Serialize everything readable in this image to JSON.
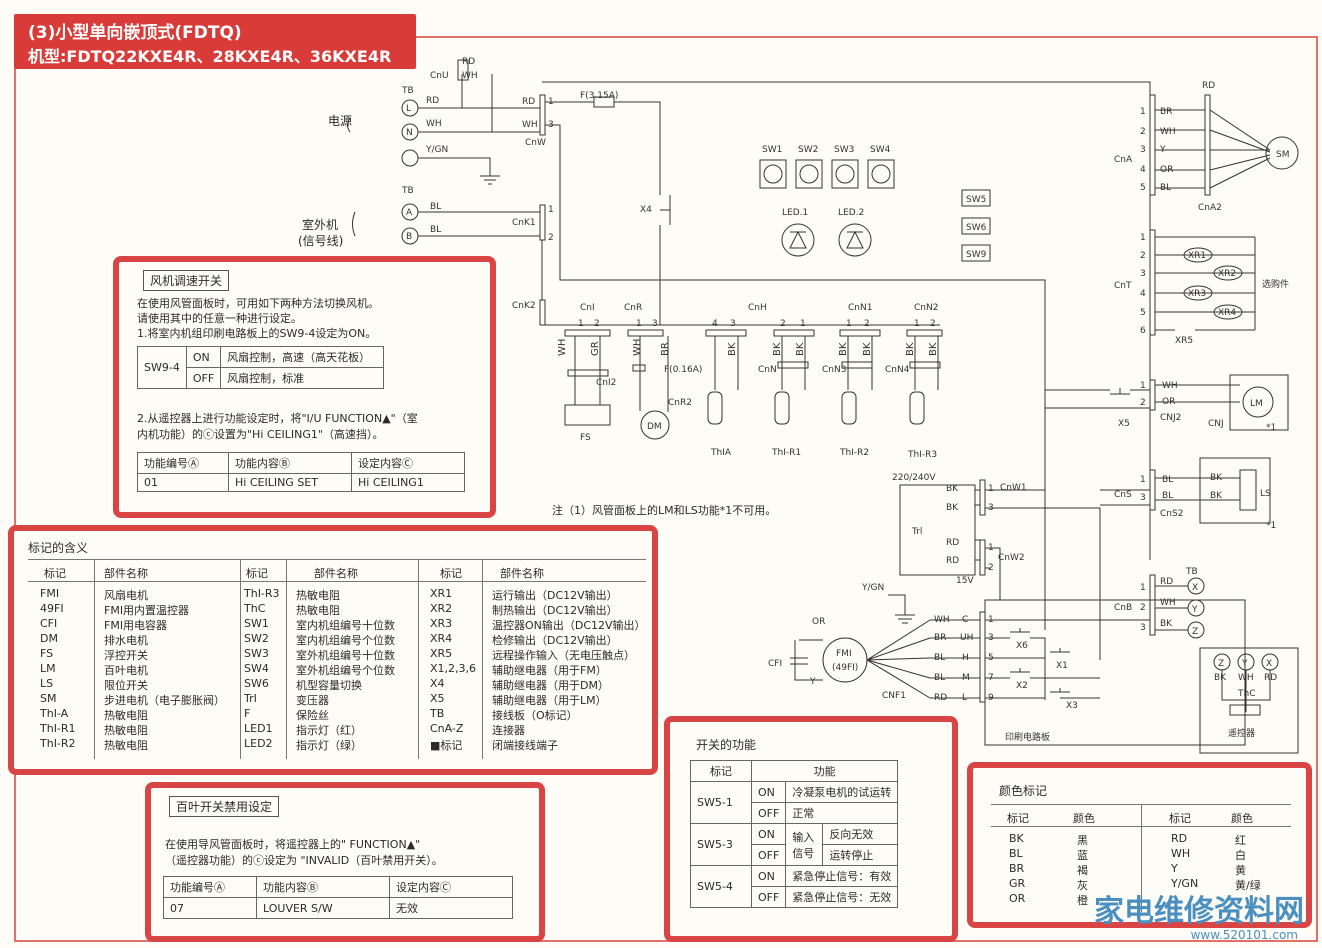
{
  "header": {
    "title": "(3)小型单向嵌顶式(FDTQ)",
    "models": "机型:FDTQ22KXE4R、28KXE4R、36KXE4R"
  },
  "diagram": {
    "power_label": "电源",
    "outdoor_label": "室外机",
    "outdoor_label2": "(信号线)",
    "fuse_main": "F(3.15A)",
    "fuse_small": "F(0.16A)",
    "led1": "LED.1",
    "led2": "LED.2",
    "sw_labels": [
      "SW1",
      "SW2",
      "SW3",
      "SW4"
    ],
    "sw_side": [
      "SW5",
      "SW6",
      "SW9"
    ],
    "x4": "X4",
    "x5": "X5",
    "note": "注（1）风管面板上的LM和LS功能*1不可用。",
    "voltage": "220/240V",
    "v15": "15V",
    "trl": "Trl",
    "pcb": "印刷电路板",
    "option_label": "选购件",
    "remote_label": "遥控器",
    "fm_label": "FMI",
    "fm_sub": "(49FI)",
    "connectors": [
      "CnU",
      "CnW",
      "CnK1",
      "CnK2",
      "CnI",
      "CnR",
      "CnH",
      "CnN1",
      "CnN2",
      "CnA",
      "CnA2",
      "CnT",
      "CNJ2",
      "CNJ",
      "CnS",
      "CnS2",
      "CnB",
      "CnW1",
      "CnW2",
      "CNF1",
      "CnI2",
      "CnR2",
      "CnN",
      "CnN3",
      "CnN4"
    ],
    "parts": [
      "FS",
      "DM",
      "ThIA",
      "ThI-R1",
      "ThI-R2",
      "ThI-R3",
      "SM",
      "LM",
      "LS",
      "ThC",
      "CFI"
    ],
    "wires": {
      "rd": "RD",
      "wh": "WH",
      "bl": "BL",
      "bk": "BK",
      "br": "BR",
      "y": "Y",
      "or": "OR",
      "yg": "Y/GN",
      "gr": "GR",
      "tb": "TB"
    },
    "xr": [
      "XR1",
      "XR2",
      "XR3",
      "XR4",
      "XR5"
    ],
    "relays": [
      "X6",
      "X1",
      "X2",
      "X3"
    ],
    "fm_pins": [
      "C",
      "UH",
      "H",
      "M",
      "L"
    ],
    "star1": "*1"
  },
  "fan_panel": {
    "title": "风机调速开关",
    "p1": "在使用风管面板时，可用如下两种方法切换风机。",
    "p2": "请使用其中的任意一种进行设定。",
    "p3": "1.将室内机组印刷电路板上的SW9-4设定为ON。",
    "sw_name": "SW9-4",
    "rows": [
      {
        "state": "ON",
        "desc": "风扇控制，高速（高天花板）"
      },
      {
        "state": "OFF",
        "desc": "风扇控制，标准"
      }
    ],
    "p4": "2.从遥控器上进行功能设定时，将\"I/U FUNCTION▲\"（室",
    "p5": "内机功能）的ⓒ设置为\"Hi CEILING1\"（高速挡）。",
    "headers": [
      "功能编号Ⓐ",
      "功能内容Ⓑ",
      "设定内容Ⓒ"
    ],
    "values": [
      "01",
      "Hi CEILING SET",
      "Hi CEILING1"
    ]
  },
  "legend_panel": {
    "title": "标记的含义",
    "h_mark": "标记",
    "h_name": "部件名称",
    "col1_marks": [
      "FMI",
      "49FI",
      "CFI",
      "DM",
      "FS",
      "LM",
      "LS",
      "SM",
      "ThI-A",
      "ThI-R1",
      "ThI-R2"
    ],
    "col1_names": [
      "风扇电机",
      "FMI用内置温控器",
      "FMI用电容器",
      "排水电机",
      "浮控开关",
      "百叶电机",
      "限位开关",
      "步进电机（电子膨胀阀）",
      "热敏电阻",
      "热敏电阻",
      "热敏电阻"
    ],
    "col2_marks": [
      "ThI-R3",
      "ThC",
      "SW1",
      "SW2",
      "SW3",
      "SW4",
      "SW6",
      "TrI",
      "F",
      "LED1",
      "LED2"
    ],
    "col2_names": [
      "热敏电阻",
      "热敏电阻",
      "室内机组编号十位数",
      "室内机组编号个位数",
      "室外机组编号十位数",
      "室外机组编号个位数",
      "机型容量切换",
      "变压器",
      "保险丝",
      "指示灯（红）",
      "指示灯（绿）"
    ],
    "col3_marks": [
      "XR1",
      "XR2",
      "XR3",
      "XR4",
      "XR5",
      "X1,2,3,6",
      "X4",
      "X5",
      "TB",
      "CnA-Z",
      "■标记"
    ],
    "col3_names": [
      "运行输出（DC12V输出）",
      "制热输出（DC12V输出）",
      "温控器ON输出（DC12V输出）",
      "检修输出（DC12V输出）",
      "远程操作输入（无电压触点）",
      "辅助继电器（用于FM）",
      "辅助继电器（用于DM）",
      "辅助继电器（用于LM）",
      "接线板（O标记）",
      "连接器",
      "闭端接线端子"
    ]
  },
  "louver_panel": {
    "title": "百叶开关禁用设定",
    "p1": "在使用导风管面板时，将遥控器上的\"      FUNCTION▲\"",
    "p2": "（遥控器功能）的ⓒ设定为        \"INVALID（百叶禁用开关）。",
    "headers": [
      "功能编号Ⓐ",
      "功能内容Ⓑ",
      "设定内容Ⓒ"
    ],
    "values": [
      "07",
      "LOUVER S/W",
      "无效"
    ]
  },
  "switch_panel": {
    "title": "开关的功能",
    "headers": [
      "标记",
      "功能"
    ],
    "rows": [
      {
        "mark": "SW5-1",
        "state": "ON",
        "func": "冷凝泵电机的试运转"
      },
      {
        "mark": "",
        "state": "OFF",
        "func": "正常"
      },
      {
        "mark": "SW5-3",
        "state": "ON",
        "group": "输入信号",
        "func": "反向无效"
      },
      {
        "mark": "",
        "state": "OFF",
        "group": "",
        "func": "运转停止"
      },
      {
        "mark": "SW5-4",
        "state": "ON",
        "func": "紧急停止信号：有效"
      },
      {
        "mark": "",
        "state": "OFF",
        "func": "紧急停止信号：无效"
      }
    ]
  },
  "color_panel": {
    "title": "颜色标记",
    "h_mark": "标记",
    "h_color": "颜色",
    "left_marks": [
      "BK",
      "BL",
      "BR",
      "GR",
      "OR"
    ],
    "left_colors": [
      "黑",
      "蓝",
      "褐",
      "灰",
      "橙"
    ],
    "right_marks": [
      "RD",
      "WH",
      "Y",
      "Y/GN"
    ],
    "right_colors": [
      "红",
      "白",
      "黄",
      "黄/绿"
    ]
  },
  "watermark": {
    "main": "家电维修资料网",
    "sub": "www.520101.com"
  }
}
